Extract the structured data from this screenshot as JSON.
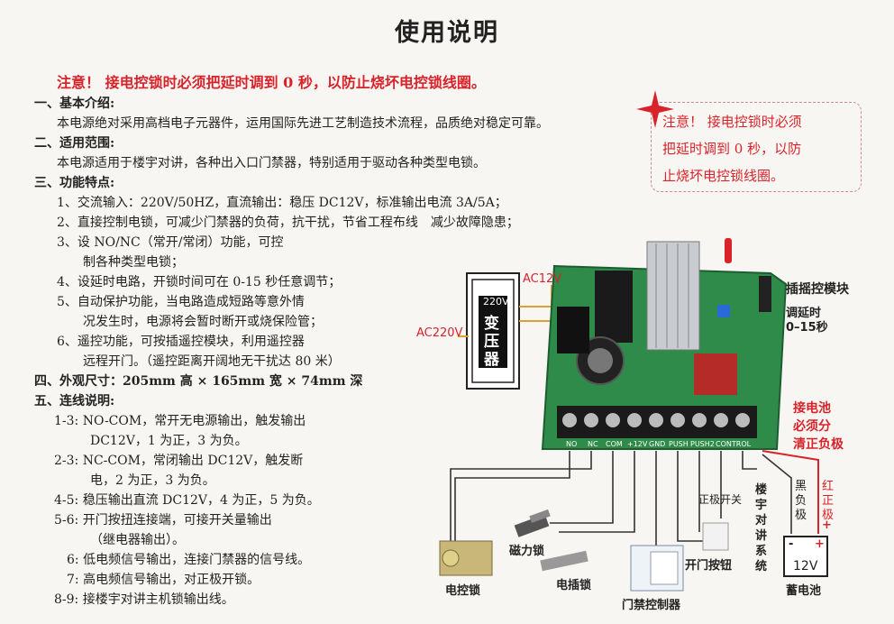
{
  "title": "使用说明",
  "warning": "注意！ 接电控锁时必须把延时调到 0 秒，以防止烧坏电控锁线圈。",
  "sections": [
    {
      "heading": "一、基本介绍:",
      "lines": [
        "本电源绝对采用高档电子元器件，运用国际先进工艺制造技术流程，品质绝对稳定可靠。"
      ]
    },
    {
      "heading": "二、适用范围:",
      "lines": [
        "本电源适用于楼宇对讲，各种出入口门禁器，特别适用于驱动各种类型电锁。"
      ]
    },
    {
      "heading": "三、功能特点:",
      "lines": [
        "1、交流输入：220V/50HZ，直流输出：稳压 DC12V，标准输出电流 3A/5A；",
        "2、直接控制电锁，可减少门禁器的负荷，抗干扰，节省工程布线　减少故障隐患；",
        "3、设 NO/NC（常开/常闭）功能，可控",
        "制各种类型电锁；",
        "4、设延时电路，开锁时间可在 0-15 秒任意调节；",
        "5、自动保护功能，当电路造成短路等意外情",
        "况发生时，电源将会暂时断开或烧保险管；",
        "6、遥控功能，可按插遥控模块，利用遥控器",
        "远程开门。（遥控距离开阔地无干扰达 80 米）"
      ]
    },
    {
      "heading": "四、外观尺寸：",
      "dims": "205mm 高 × 165mm 宽 × 74mm 深"
    },
    {
      "heading": "五、连线说明:",
      "lines": [
        "1-3: NO-COM，常开无电源输出，触发输出",
        "DC12V，1 为正，3 为负。",
        "2-3: NC-COM，常闭输出 DC12V，触发断",
        "电，2 为正，3 为负。",
        "4-5: 稳压输出直流 DC12V，4 为正，5 为负。",
        "5-6: 开门按扭连接端，可接开关量输出",
        "（继电器输出）。",
        "6: 低电频信号输出，连接门禁器的信号线。",
        "7: 高电频信号输出，对正极开锁。",
        "8-9: 接楼宇对讲主机锁输出线。"
      ]
    }
  ],
  "note_box": [
    "注意！ 接电控锁时必须",
    "把延时调到 0 秒，以防",
    "止烧坏电控锁线圈。"
  ],
  "diagram": {
    "transformer": {
      "voltage": "220V",
      "name_chars": [
        "变",
        "压",
        "器"
      ]
    },
    "ac220": "AC220V",
    "ac12": "AC12V",
    "remote_module": "插摇控模块",
    "delay_1": "调延时",
    "delay_2": "0–15秒",
    "battery_note": [
      "接电池",
      "必须分",
      "清正负极"
    ],
    "terminals": [
      "NO",
      "NC",
      "COM",
      "+12V",
      "GND",
      "PUSH",
      "PUSH2",
      "CONTROL"
    ],
    "black_neg": [
      "黑",
      "负",
      "极"
    ],
    "red_pos": [
      "红",
      "正",
      "极"
    ],
    "plus": "+",
    "minus": "-",
    "pos_switch": "正极开关",
    "intercom": [
      "楼",
      "宇",
      "对",
      "讲",
      "系",
      "统"
    ],
    "battery_v": "12V",
    "battery": "蓄电池",
    "mag_lock": "磁力锁",
    "door_button": "开门按钮",
    "elec_lock": "电控锁",
    "strike_lock": "电插锁",
    "access_ctrl": "门禁控制器"
  }
}
